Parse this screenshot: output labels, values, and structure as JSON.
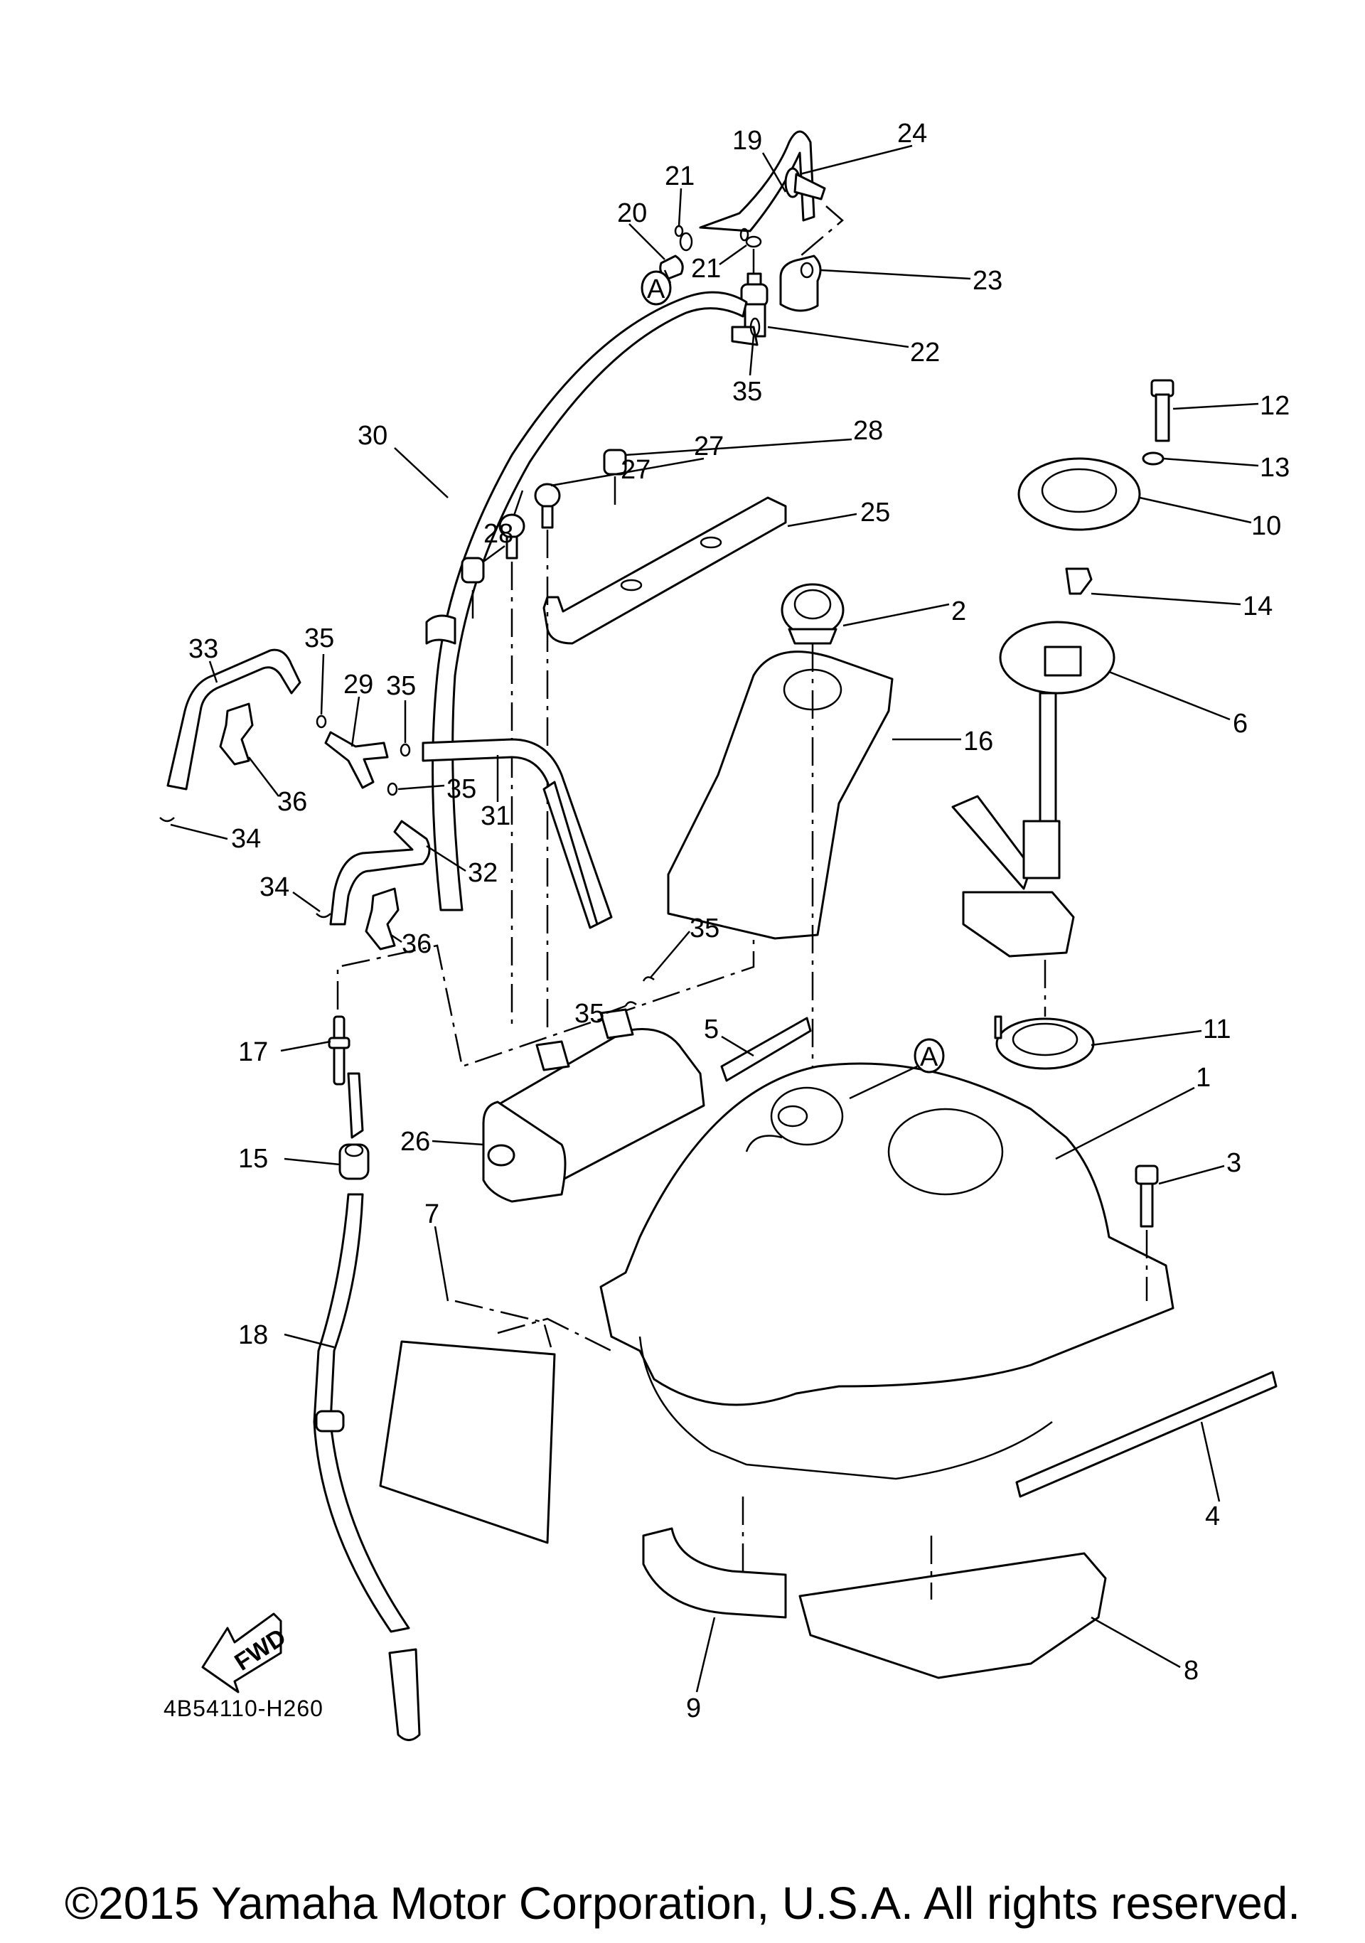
{
  "diagram": {
    "title": "Fuel Tank Exploded Parts Diagram",
    "diagram_code": "4B54110-H260",
    "direction_indicator": "FWD",
    "connection_marker": "A",
    "copyright": "©2015 Yamaha Motor Corporation, U.S.A. All rights reserved."
  },
  "callouts": [
    {
      "id": "c1",
      "number": "1",
      "part": "fuel-tank"
    },
    {
      "id": "c2",
      "number": "2",
      "part": "fuel-cap"
    },
    {
      "id": "c3",
      "number": "3",
      "part": "bolt"
    },
    {
      "id": "c4",
      "number": "4",
      "part": "damper-strip"
    },
    {
      "id": "c5",
      "number": "5",
      "part": "damper-block"
    },
    {
      "id": "c6",
      "number": "6",
      "part": "fuel-pump"
    },
    {
      "id": "c7",
      "number": "7",
      "part": "heat-protector-plate"
    },
    {
      "id": "c8",
      "number": "8",
      "part": "damper-pad"
    },
    {
      "id": "c9",
      "number": "9",
      "part": "damper-pad-small"
    },
    {
      "id": "c10",
      "number": "10",
      "part": "pump-retainer-plate"
    },
    {
      "id": "c11",
      "number": "11",
      "part": "pump-gasket-ring"
    },
    {
      "id": "c12",
      "number": "12",
      "part": "pump-bolt"
    },
    {
      "id": "c13",
      "number": "13",
      "part": "washer"
    },
    {
      "id": "c14",
      "number": "14",
      "part": "connector"
    },
    {
      "id": "c15",
      "number": "15",
      "part": "grommet"
    },
    {
      "id": "c16",
      "number": "16",
      "part": "filler-cover"
    },
    {
      "id": "c17",
      "number": "17",
      "part": "joint"
    },
    {
      "id": "c18",
      "number": "18",
      "part": "drain-hose"
    },
    {
      "id": "c19",
      "number": "19",
      "part": "breather-hose"
    },
    {
      "id": "c20",
      "number": "20",
      "part": "cap"
    },
    {
      "id": "c21a",
      "number": "21",
      "part": "clip"
    },
    {
      "id": "c21b",
      "number": "21",
      "part": "clip"
    },
    {
      "id": "c22",
      "number": "22",
      "part": "rollover-valve"
    },
    {
      "id": "c23",
      "number": "23",
      "part": "hose-clamp"
    },
    {
      "id": "c24",
      "number": "24",
      "part": "screw"
    },
    {
      "id": "c25",
      "number": "25",
      "part": "canister-bracket"
    },
    {
      "id": "c26",
      "number": "26",
      "part": "canister"
    },
    {
      "id": "c27a",
      "number": "27",
      "part": "screw"
    },
    {
      "id": "c27b",
      "number": "27",
      "part": "screw"
    },
    {
      "id": "c28a",
      "number": "28",
      "part": "nut"
    },
    {
      "id": "c28b",
      "number": "28",
      "part": "nut"
    },
    {
      "id": "c29",
      "number": "29",
      "part": "three-way-joint"
    },
    {
      "id": "c30",
      "number": "30",
      "part": "hose"
    },
    {
      "id": "c31",
      "number": "31",
      "part": "hose"
    },
    {
      "id": "c32",
      "number": "32",
      "part": "hose"
    },
    {
      "id": "c33",
      "number": "33",
      "part": "hose"
    },
    {
      "id": "c34a",
      "number": "34",
      "part": "clip"
    },
    {
      "id": "c34b",
      "number": "34",
      "part": "clip"
    },
    {
      "id": "c35a",
      "number": "35",
      "part": "clip"
    },
    {
      "id": "c35b",
      "number": "35",
      "part": "clip"
    },
    {
      "id": "c35c",
      "number": "35",
      "part": "clip"
    },
    {
      "id": "c35d",
      "number": "35",
      "part": "clip"
    },
    {
      "id": "c35e",
      "number": "35",
      "part": "clip"
    },
    {
      "id": "c35f",
      "number": "35",
      "part": "clip"
    },
    {
      "id": "c36a",
      "number": "36",
      "part": "hose-holder"
    },
    {
      "id": "c36b",
      "number": "36",
      "part": "hose-holder"
    }
  ]
}
